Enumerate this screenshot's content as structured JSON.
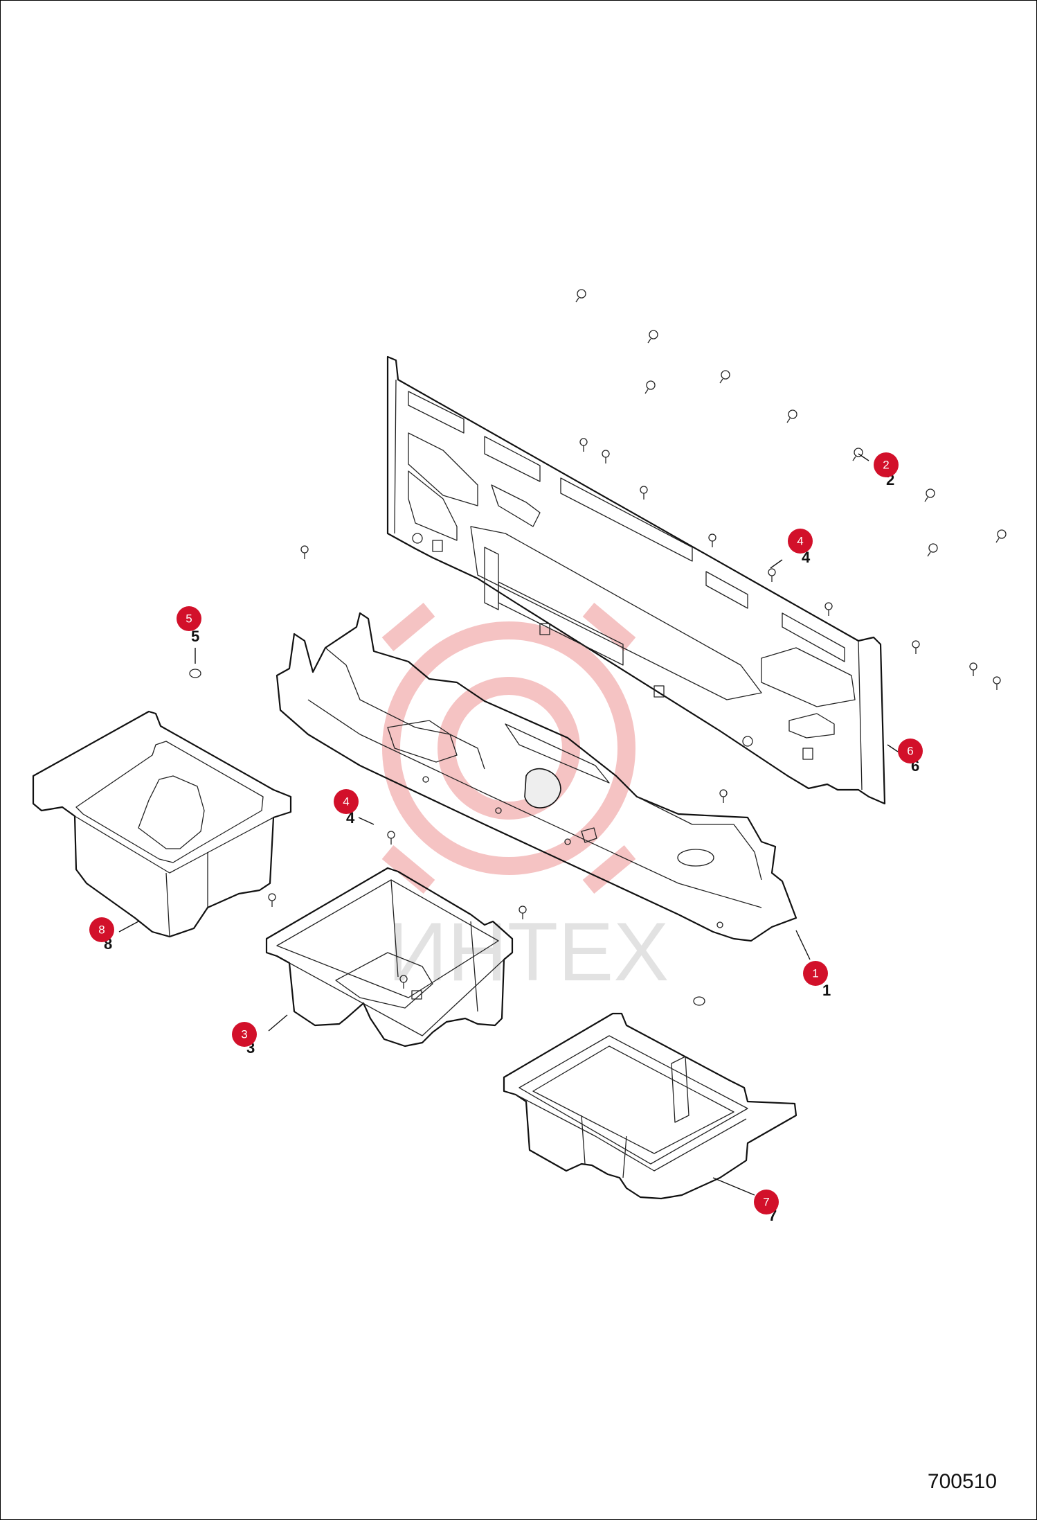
{
  "diagram": {
    "number": "700510",
    "watermark_text": "ИНТЕХ",
    "callout_color": "#d2102a",
    "callouts": [
      {
        "id": "1",
        "label": "1"
      },
      {
        "id": "2",
        "label": "2"
      },
      {
        "id": "3",
        "label": "3"
      },
      {
        "id": "4a",
        "label": "4"
      },
      {
        "id": "4b",
        "label": "4"
      },
      {
        "id": "5",
        "label": "5"
      },
      {
        "id": "6",
        "label": "6"
      },
      {
        "id": "7",
        "label": "7"
      },
      {
        "id": "8",
        "label": "8"
      }
    ]
  }
}
